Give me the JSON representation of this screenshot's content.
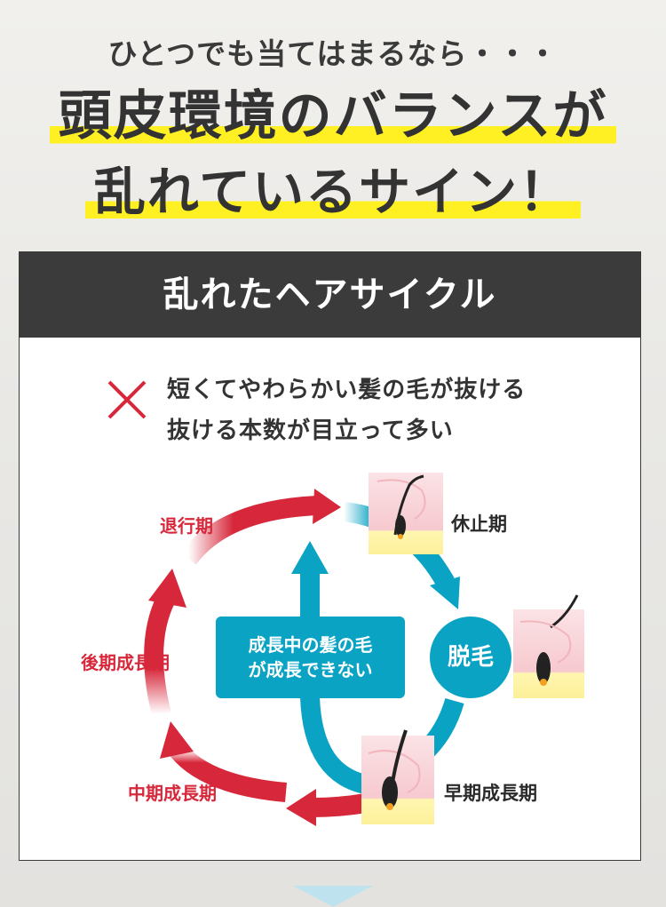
{
  "kicker": "ひとつでも当てはまるなら・・・",
  "headline": {
    "line1": "頭皮環境のバランスが",
    "line2": "乱れているサイン！"
  },
  "card": {
    "title": "乱れたヘアサイクル",
    "notes": [
      "短くてやわらかい髪の毛が抜ける",
      "抜ける本数が目立って多い"
    ],
    "diagram": {
      "stages": {
        "resting": "休止期",
        "shedding": "脱毛",
        "early_growth": "早期成長期",
        "mid_growth": "中期成長期",
        "late_growth": "後期成長期",
        "regression": "退行期"
      },
      "center_message": [
        "成長中の髪の毛",
        "が成長できない"
      ]
    }
  },
  "colors": {
    "accent_red": "#d7283b",
    "accent_blue": "#0aa3c4",
    "highlight_yellow": "#fff023",
    "header_dark": "#3b3b3b"
  },
  "icons": {
    "cross": "cross-mark-icon",
    "arrow": "arrow-icon",
    "hair": "hair-follicle-icon",
    "down": "chevron-down-icon"
  }
}
